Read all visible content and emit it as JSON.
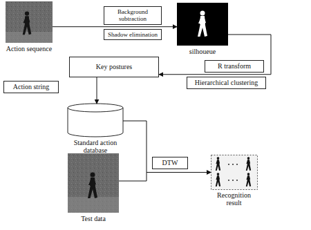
{
  "diagram": {
    "nodes": [
      {
        "text": [
          "Action sequence"
        ]
      },
      {
        "text": [
          "Background subtraction"
        ]
      },
      {
        "text": [
          "Shadow elimination"
        ]
      },
      {
        "text": [
          "silhoueue"
        ]
      },
      {
        "text": [
          "Key postures"
        ]
      },
      {
        "text": [
          "R transform"
        ]
      },
      {
        "text": [
          "Hierarchical clustering"
        ]
      },
      {
        "text": [
          "Action string"
        ]
      },
      {
        "text": [
          "Standard action database"
        ]
      },
      {
        "text": [
          "DTW"
        ]
      },
      {
        "text": [
          "Test data"
        ]
      },
      {
        "text": [
          "Recognition result"
        ]
      }
    ],
    "edges": [
      {
        "from": 0,
        "to": 3,
        "arrow": "to"
      },
      {
        "from": 3,
        "to": 4,
        "arrow": "to"
      },
      {
        "from": 4,
        "to": 8,
        "arrow": "to"
      },
      {
        "from": 8,
        "to": 11,
        "arrow": "to"
      },
      {
        "from": 10,
        "to": 11,
        "arrow": "to"
      }
    ]
  }
}
